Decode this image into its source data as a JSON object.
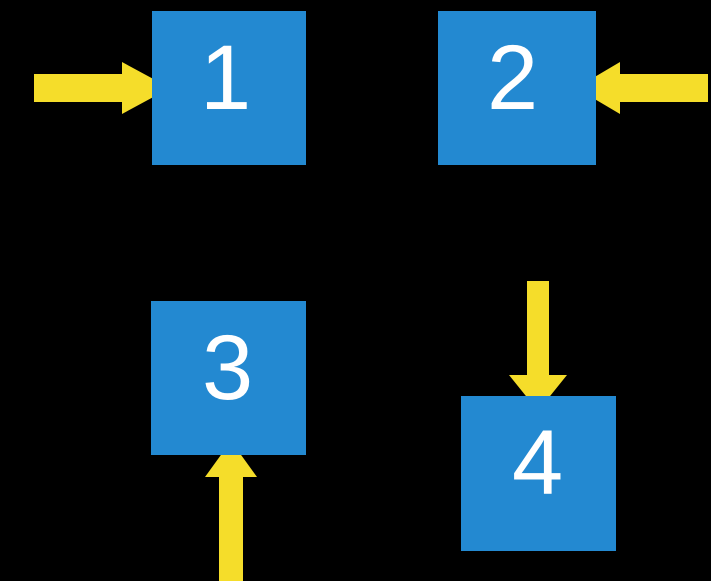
{
  "diagram": {
    "title": "four-node flow diagram",
    "background_color": "#000000",
    "node_color": "#2389d1",
    "arrow_color": "#f5dd2a",
    "label_color": "#ffffff",
    "nodes": [
      {
        "id": "1",
        "label": "1",
        "name": "node-1"
      },
      {
        "id": "2",
        "label": "2",
        "name": "node-2"
      },
      {
        "id": "3",
        "label": "3",
        "name": "node-3"
      },
      {
        "id": "4",
        "label": "4",
        "name": "node-4"
      }
    ],
    "arrows": [
      {
        "id": "into-1",
        "direction": "right",
        "target": "1",
        "name": "arrow-into-node-1"
      },
      {
        "id": "into-2",
        "direction": "left",
        "target": "2",
        "name": "arrow-into-node-2"
      },
      {
        "id": "into-3",
        "direction": "up",
        "target": "3",
        "name": "arrow-into-node-3"
      },
      {
        "id": "into-4",
        "direction": "down",
        "target": "4",
        "name": "arrow-into-node-4"
      }
    ]
  }
}
